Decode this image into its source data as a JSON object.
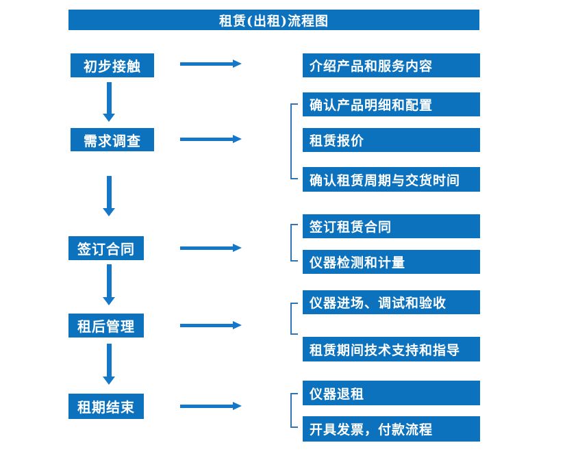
{
  "title": "租赁(出租)流程图",
  "colors": {
    "banner": "#0D72BD",
    "box": "#0D72BD",
    "arrow": "#1577C8",
    "bracket": "#2E75B6",
    "text": "#FFFFFF",
    "background": "#FFFFFF"
  },
  "stages": [
    {
      "label": "初步接触",
      "details": [
        "介绍产品和服务内容"
      ]
    },
    {
      "label": "需求调查",
      "details": [
        "确认产品明细和配置",
        "租赁报价",
        "确认租赁周期与交货时间"
      ]
    },
    {
      "label": "签订合同",
      "details": [
        "签订租赁合同",
        "仪器检测和计量"
      ]
    },
    {
      "label": "租后管理",
      "details": [
        "仪器进场、调试和验收",
        "租赁期间技术支持和指导"
      ]
    },
    {
      "label": "租期结束",
      "details": [
        "仪器退租",
        "开具发票，付款流程"
      ]
    }
  ]
}
